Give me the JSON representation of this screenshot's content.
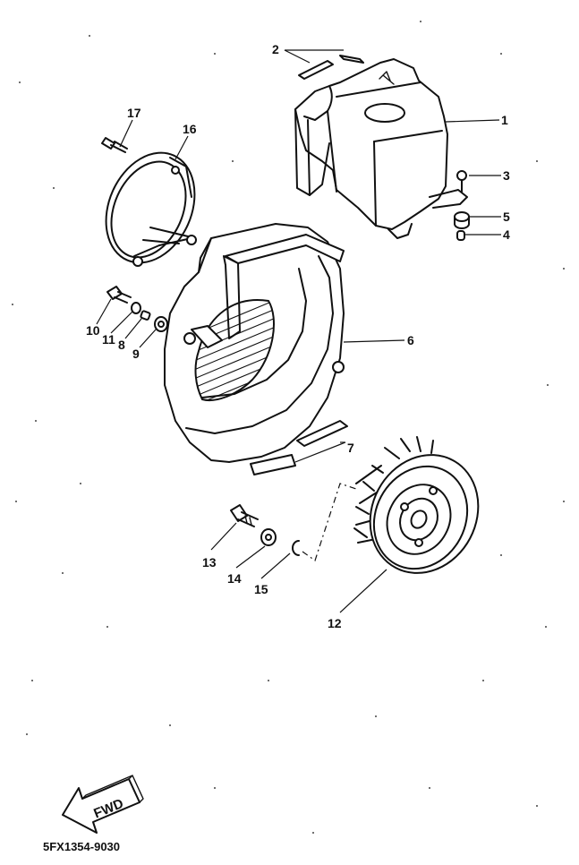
{
  "diagram": {
    "callouts": [
      {
        "id": "1",
        "text": "1"
      },
      {
        "id": "2",
        "text": "2"
      },
      {
        "id": "3",
        "text": "3"
      },
      {
        "id": "4",
        "text": "4"
      },
      {
        "id": "5",
        "text": "5"
      },
      {
        "id": "6",
        "text": "6"
      },
      {
        "id": "7",
        "text": "7"
      },
      {
        "id": "8",
        "text": "8"
      },
      {
        "id": "9",
        "text": "9"
      },
      {
        "id": "10",
        "text": "10"
      },
      {
        "id": "11",
        "text": "11"
      },
      {
        "id": "12",
        "text": "12"
      },
      {
        "id": "13",
        "text": "13"
      },
      {
        "id": "14",
        "text": "14"
      },
      {
        "id": "15",
        "text": "15"
      },
      {
        "id": "16",
        "text": "16"
      },
      {
        "id": "17",
        "text": "17"
      }
    ],
    "direction_label": "FWD",
    "drawing_code": "5FX1354-9030"
  }
}
